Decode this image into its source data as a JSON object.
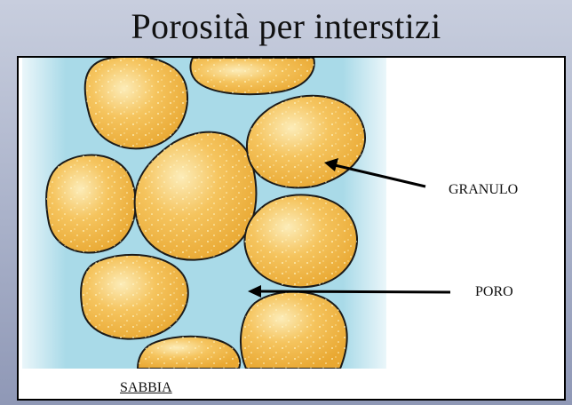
{
  "title": "Porosità per interstizi",
  "labels": {
    "grain": "GRANULO",
    "pore": "PORO",
    "material": "SABBIA"
  },
  "colors": {
    "pore_water": "#a6d8e6",
    "grain_fill": "#f2b84a",
    "grain_highlight": "#fbe6a8",
    "outline": "#1a1a1a",
    "arrow": "#000000"
  }
}
